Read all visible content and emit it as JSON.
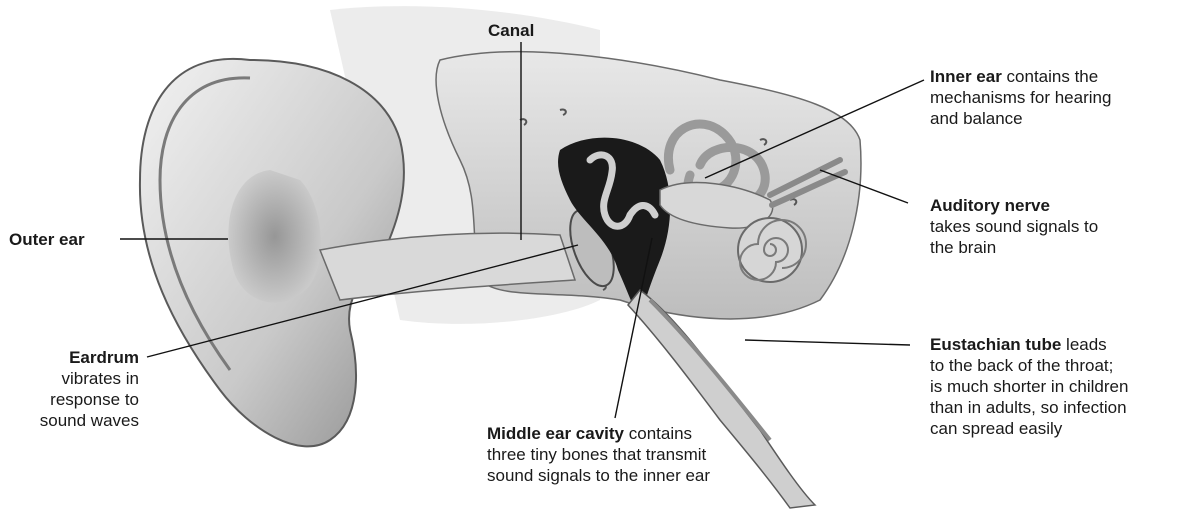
{
  "labels": {
    "canal": {
      "title": "Canal"
    },
    "inner_ear": {
      "title": "Inner ear",
      "text": " contains the",
      "lines": [
        "mechanisms for hearing",
        "and balance"
      ]
    },
    "outer_ear": {
      "title": "Outer ear"
    },
    "auditory_nerve": {
      "title": "Auditory nerve",
      "lines": [
        "takes sound signals to",
        "the brain"
      ]
    },
    "eardrum": {
      "title": "Eardrum",
      "lines": [
        "vibrates in",
        "response to",
        "sound waves"
      ]
    },
    "eustachian_tube": {
      "title": "Eustachian tube",
      "text": " leads",
      "lines": [
        "to the back of the throat;",
        "is much shorter in children",
        "than in adults, so infection",
        "can spread easily"
      ]
    },
    "middle_ear_cavity": {
      "title": "Middle ear cavity",
      "text": " contains",
      "lines": [
        "three tiny bones that transmit",
        "sound signals to the inner ear"
      ]
    }
  }
}
